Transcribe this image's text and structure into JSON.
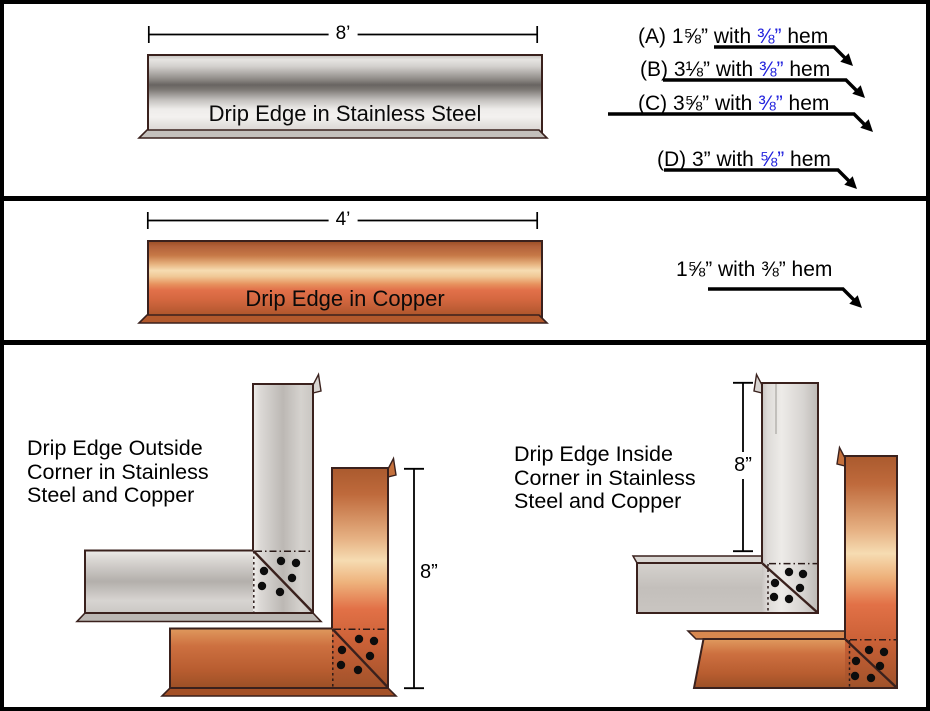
{
  "colors": {
    "accent_blue": "#2222dd",
    "outline_brown": "#3a211d",
    "copper_main": "#c4693a",
    "steel_main": "#c4c1be"
  },
  "steel_section": {
    "dimension_label": "8’",
    "bar_label": "Drip Edge in Stainless Steel",
    "options": [
      {
        "pre": "(A) 1⅝” with ",
        "fraction": "⅜”",
        "post": " hem"
      },
      {
        "pre": "(B) 3⅛” with ",
        "fraction": "⅜”",
        "post": " hem"
      },
      {
        "pre": "(C) 3⅝” with ",
        "fraction": "⅜”",
        "post": " hem"
      },
      {
        "pre": "(D) 3” with ",
        "fraction": "⅝”",
        "post": " hem"
      }
    ]
  },
  "copper_section": {
    "dimension_label": "4’",
    "bar_label": "Drip Edge in Copper",
    "hem_note": "1⅝” with ⅜” hem"
  },
  "corner_section": {
    "outside": {
      "caption_lines": [
        "Drip Edge Outside",
        "Corner in Stainless",
        "Steel and Copper"
      ],
      "dimension_label": "8”"
    },
    "inside": {
      "caption_lines": [
        "Drip Edge Inside",
        "Corner in Stainless",
        "Steel and Copper"
      ],
      "dimension_label": "8”"
    }
  }
}
